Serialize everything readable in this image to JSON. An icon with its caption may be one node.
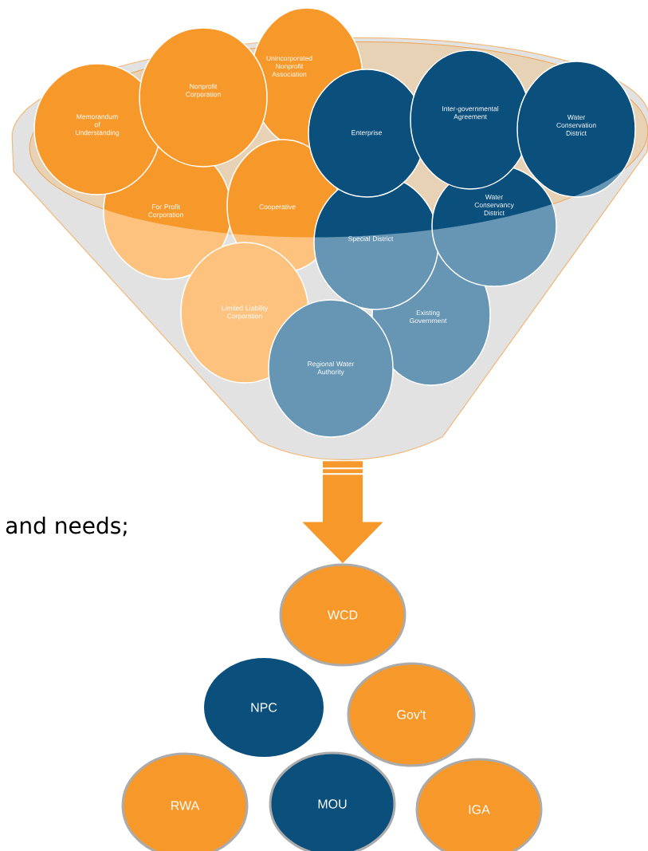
{
  "diagram": {
    "nodes": [
      {
        "text": [],
        "shape": "funnel"
      },
      {
        "text": [
          "Memorandum of Understanding"
        ],
        "in": 0
      },
      {
        "text": [
          "Nonprofit Corporation"
        ],
        "in": 0
      },
      {
        "text": [
          "Unincorporated Nonprofit Association"
        ]
      },
      {
        "text": [
          "Enterprise"
        ],
        "in": 0
      },
      {
        "text": [
          "Inter-governmental Agreement"
        ],
        "in": 0
      },
      {
        "text": [
          "Water Conservation District"
        ],
        "in": 0
      },
      {
        "text": [
          "For Profit Corporation"
        ],
        "in": 0
      },
      {
        "text": [
          "Cooperative"
        ],
        "in": 0
      },
      {
        "text": [
          "Special District"
        ],
        "in": 0
      },
      {
        "text": [
          "Water Conservancy District"
        ],
        "in": 0
      },
      {
        "text": [
          "Limited Liability Corporation"
        ],
        "in": 0
      },
      {
        "text": [
          "Existing Government"
        ],
        "in": 0
      },
      {
        "text": [
          "Regional Water Authority"
        ],
        "in": 0
      },
      {
        "text": [
          "WCD"
        ]
      },
      {
        "text": [
          "NPC"
        ]
      },
      {
        "text": [
          "Gov't"
        ]
      },
      {
        "text": [
          "RWA"
        ]
      },
      {
        "text": [
          "MOU"
        ]
      },
      {
        "text": [
          "IGA"
        ]
      }
    ],
    "edges": [
      {
        "from": 0,
        "to": 14,
        "arrow": "to"
      }
    ],
    "labels": [
      "and needs;"
    ]
  }
}
